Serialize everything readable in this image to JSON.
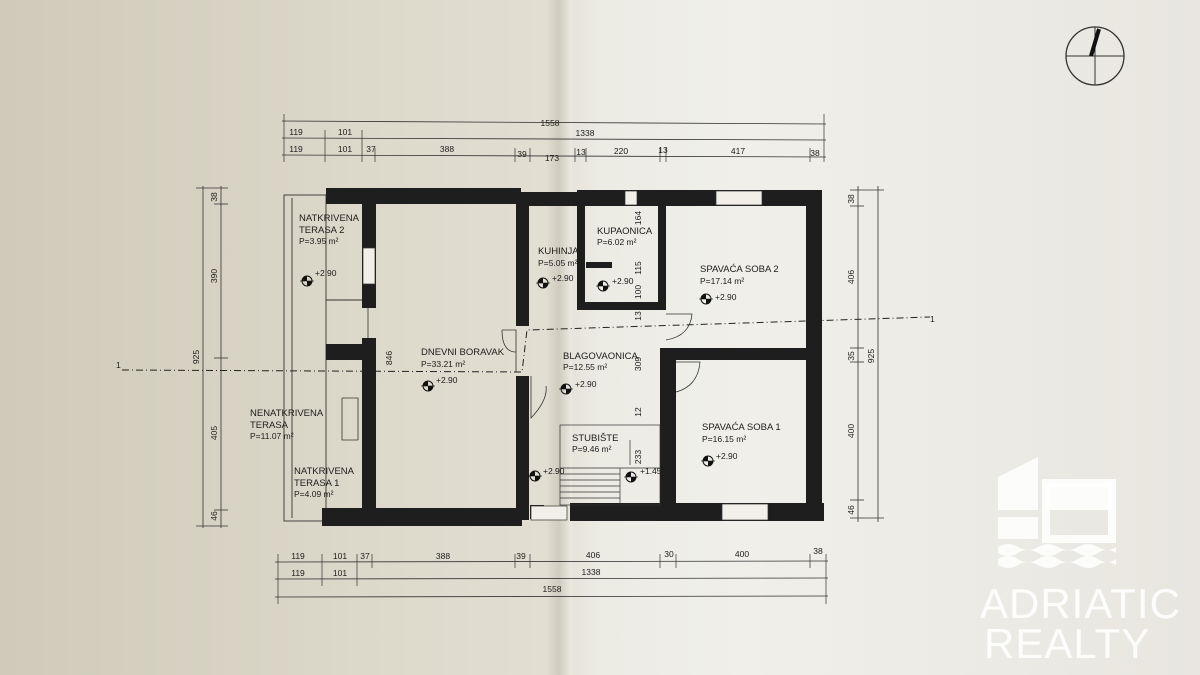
{
  "rooms": {
    "terasa2": {
      "name1": "NATKRIVENA",
      "name2": "TERASA 2",
      "area": "P=3.95 m²",
      "elev": "+2.90"
    },
    "nenatkrivena": {
      "name1": "NENATKRIVENA",
      "name2": "TERASA",
      "area": "P=11.07 m²"
    },
    "terasa1": {
      "name1": "NATKRIVENA",
      "name2": "TERASA 1",
      "area": "P=4.09 m²"
    },
    "boravak": {
      "name": "DNEVNI BORAVAK",
      "area": "P=33.21 m²",
      "elev": "+2.90"
    },
    "kuhinja": {
      "name": "KUHINJA",
      "area": "P=5.05 m²",
      "elev": "+2.90"
    },
    "kupaonica": {
      "name": "KUPAONICA",
      "area": "P=6.02 m²",
      "elev": "+2.90"
    },
    "spavaca2": {
      "name": "SPAVAĆA SOBA 2",
      "area": "P=17.14 m²",
      "elev": "+2.90"
    },
    "blagovaonica": {
      "name": "BLAGOVAONICA",
      "area": "P=12.55 m²",
      "elev": "+2.90"
    },
    "stubiste": {
      "name": "STUBIŠTE",
      "area": "P=9.46 m²",
      "elev1": "+2.90",
      "elev2": "+1.45"
    },
    "spavaca1": {
      "name": "SPAVAĆA SOBA 1",
      "area": "P=16.15 m²",
      "elev": "+2.90"
    }
  },
  "dims_top": {
    "total": "1558",
    "mid": "1338",
    "row2a": "119",
    "row2b": "101",
    "row3": [
      "119",
      "101",
      "37",
      "388",
      "39",
      "173",
      "13",
      "220",
      "13",
      "417",
      "38"
    ]
  },
  "dims_bottom": {
    "row1": [
      "119",
      "101",
      "37",
      "388",
      "39",
      "406",
      "30",
      "400",
      "38"
    ],
    "row2a": "119",
    "row2b": "101",
    "mid": "1338",
    "total": "1558"
  },
  "dims_left": {
    "outer": "925",
    "a": "38",
    "b": "390",
    "c": "405",
    "d": "46",
    "inner": "846"
  },
  "dims_right": {
    "outer": "925",
    "a": "38",
    "b": "406",
    "c": "35",
    "d": "400",
    "e": "46"
  },
  "dims_inner": {
    "k164": "164",
    "k115": "115",
    "k100": "100",
    "k13": "13",
    "k309": "309",
    "k12": "12",
    "k233": "233"
  },
  "section_marks": {
    "left": "1",
    "right": "1"
  },
  "watermark": {
    "line1": "ADRIATIC",
    "line2": "REALTY"
  },
  "colors": {
    "wall": "#1e1e1e",
    "line": "#2a2a2a",
    "watermark": "#ffffff"
  }
}
